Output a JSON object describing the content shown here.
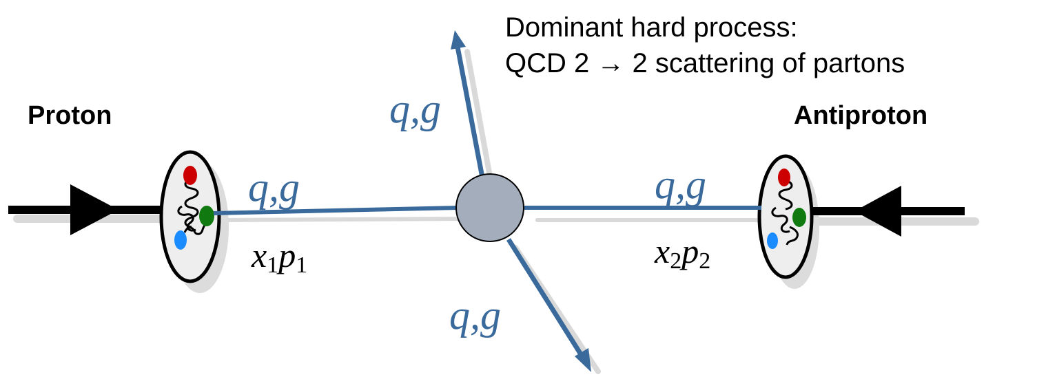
{
  "title": {
    "line1": "Dominant hard process:",
    "line2": "QCD 2 → 2 scattering of partons"
  },
  "left_beam": {
    "label": "Proton"
  },
  "right_beam": {
    "label": "Antiproton"
  },
  "partons": {
    "incoming_left": "q,g",
    "incoming_right": "q,g",
    "outgoing_up": "q,g",
    "outgoing_down": "q,g"
  },
  "momenta": {
    "left": {
      "x": "x",
      "x_sub": "1",
      "p": "p",
      "p_sub": "1"
    },
    "right": {
      "x": "x",
      "x_sub": "2",
      "p": "p",
      "p_sub": "2"
    }
  },
  "colors": {
    "parton_line": "#3a6a9c",
    "vertex_fill": "#a3adbc",
    "quark_red": "#cc0000",
    "quark_green": "#107a10",
    "quark_blue": "#1a8cff",
    "shadow": "#d8d8d8"
  }
}
